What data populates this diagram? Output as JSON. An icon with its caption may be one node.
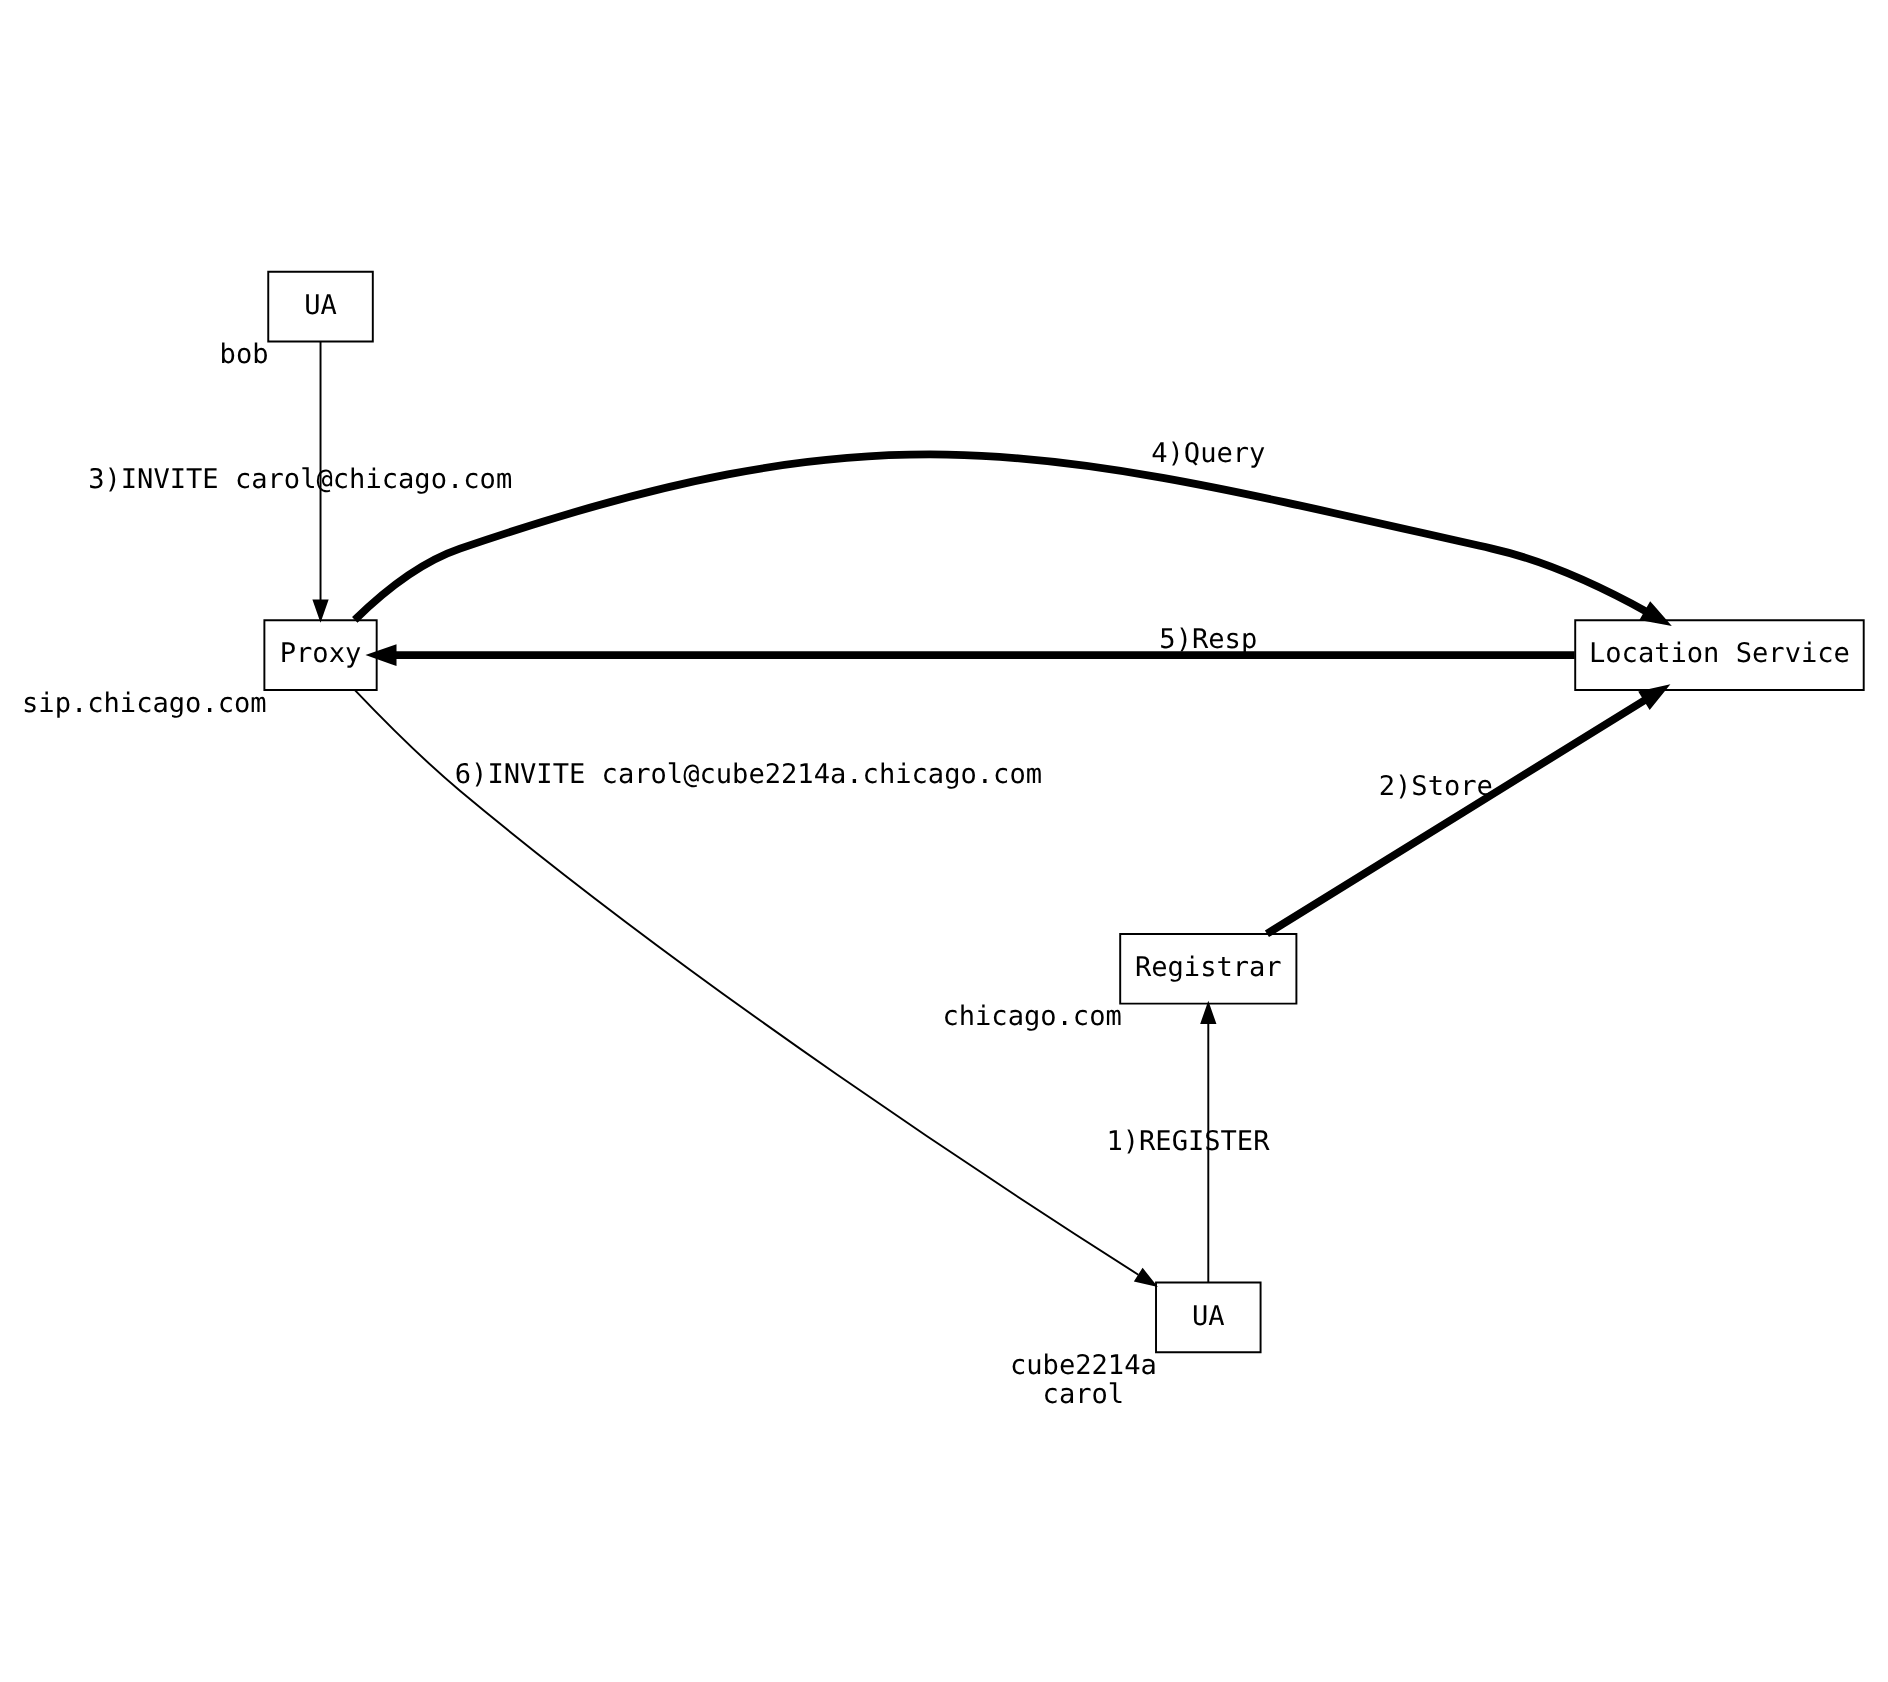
{
  "diagram": {
    "nodes": [
      {
        "text": [
          "UA"
        ],
        "beside": [
          "bob"
        ]
      },
      {
        "text": [
          "Registrar"
        ],
        "beside": [
          "chicago.com"
        ]
      },
      {
        "text": [
          "Location Service"
        ]
      },
      {
        "text": [
          "Proxy"
        ],
        "beside": [
          "sip.chicago.com"
        ]
      },
      {
        "text": [
          "UA"
        ],
        "beside": [
          "cube2214a",
          "carol"
        ]
      }
    ],
    "edges": [
      {
        "from": 4,
        "to": 1,
        "arrow": "to",
        "label": "1)REGISTER"
      },
      {
        "from": 1,
        "to": 2,
        "arrow": "to",
        "label": "2)Store",
        "style": "thick"
      },
      {
        "from": 0,
        "to": 3,
        "arrow": "to",
        "label": "3)INVITE carol@chicago.com"
      },
      {
        "from": 3,
        "to": 2,
        "arrow": "to",
        "label": "4)Query",
        "style": "thick"
      },
      {
        "from": 2,
        "to": 3,
        "arrow": "to",
        "label": "5)Resp",
        "style": "thick"
      },
      {
        "from": 3,
        "to": 4,
        "arrow": "to",
        "label": "6)INVITE carol@cube2214a.chicago.com"
      }
    ]
  }
}
